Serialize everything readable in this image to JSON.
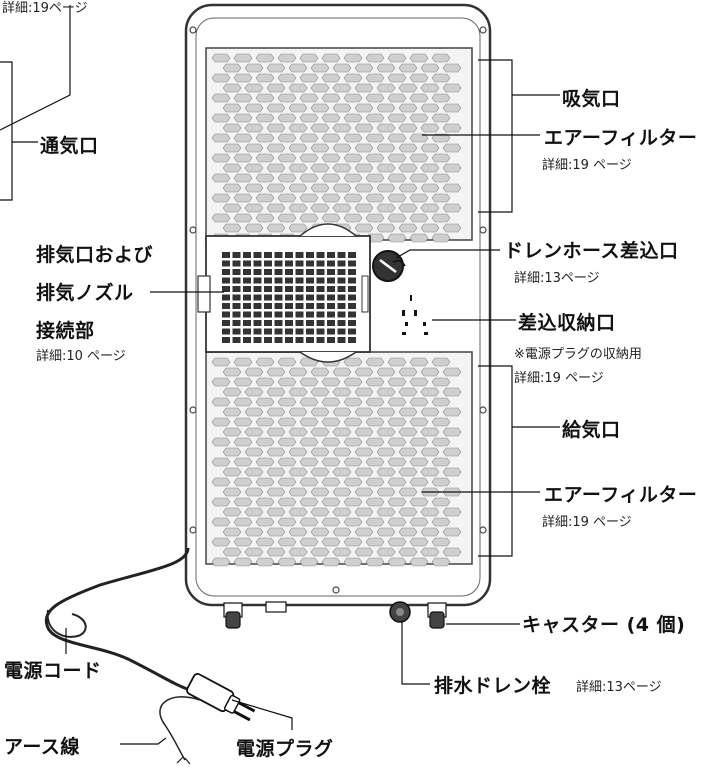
{
  "labels": {
    "detail_top": "詳細:19ページ",
    "tsukiguchi": "通気口",
    "kyukiguchi": "吸気口",
    "filter_upper": "エアーフィルター",
    "filter_upper_detail": "詳細:19 ページ",
    "exhaust_line1": "排気口および",
    "exhaust_line2": "排気ノズル",
    "exhaust_line3": "接続部",
    "exhaust_detail": "詳細:10 ページ",
    "drain_hose": "ドレンホース差込口",
    "drain_hose_detail": "詳細:13ページ",
    "plug_storage": "差込収納口",
    "plug_storage_note": "※電源プラグの収納用",
    "plug_storage_detail": "詳細:19 ページ",
    "kyukiguchi2": "給気口",
    "filter_lower": "エアーフィルター",
    "filter_lower_detail": "詳細:19 ページ",
    "caster": "キャスター (4 個)",
    "drain_plug": "排水ドレン栓",
    "drain_plug_detail": "詳細:13ページ",
    "power_cord": "電源コード",
    "earth_wire": "アース線",
    "power_plug": "電源プラグ"
  },
  "colors": {
    "line": "#111111",
    "body_fill": "#ffffff",
    "body_stroke": "#333333",
    "grille": "#8a8a8a"
  }
}
